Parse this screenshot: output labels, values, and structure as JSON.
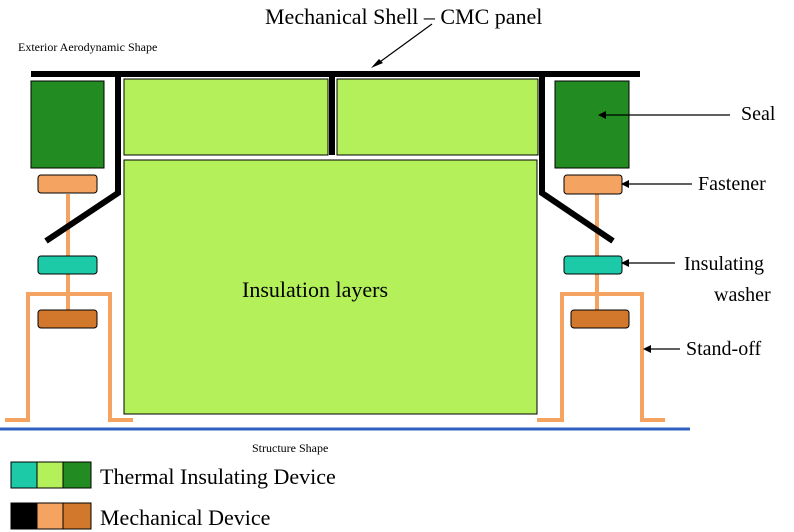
{
  "labels": {
    "shell": "Mechanical Shell – CMC panel",
    "exterior": "Exterior Aerodynamic Shape",
    "seal": "Seal",
    "fastener": "Fastener",
    "washer_line1": "Insulating",
    "washer_line2": "washer",
    "standoff": "Stand-off",
    "insulation": "Insulation layers",
    "structure": "Structure Shape"
  },
  "legend": [
    {
      "label": "Thermal Insulating Device",
      "swatches": [
        "#1ccaa8",
        "#b4f05a",
        "#228b22"
      ]
    },
    {
      "label": "Mechanical Device",
      "swatches": [
        "#000000",
        "#f4a460",
        "#d2782d"
      ]
    }
  ],
  "colors": {
    "seal": "#228b22",
    "insulation": "#b4f05a",
    "washer": "#1ccaa8",
    "fastener": "#f4a460",
    "nut": "#d2782d",
    "standoff": "#f4a460",
    "shell": "#000000",
    "structure": "#3060c0"
  }
}
